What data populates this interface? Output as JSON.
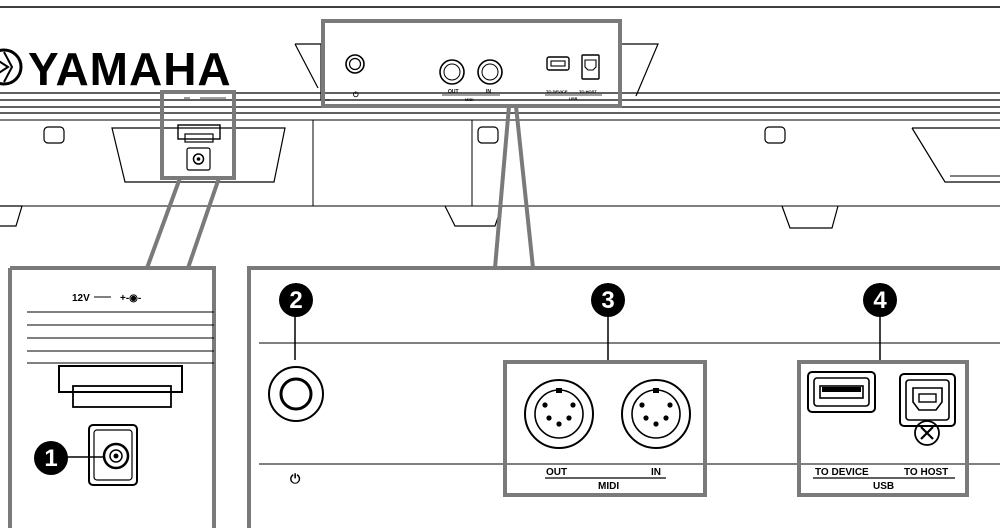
{
  "brand": "YAMAHA",
  "top_labels": {
    "power_symbol": "⏻",
    "midi_out": "OUT",
    "midi_in": "IN",
    "midi": "MIDI",
    "to_device": "TO DEVICE",
    "to_host": "TO HOST",
    "usb": "USB"
  },
  "dc_in": {
    "voltage": "12V",
    "polarity": "+-◉-"
  },
  "detail": {
    "power_symbol": "⏻",
    "midi_out": "OUT",
    "midi_in": "IN",
    "midi": "MIDI",
    "to_device": "TO DEVICE",
    "to_host": "TO HOST",
    "usb": "USB"
  },
  "badges": {
    "dc_in": "1",
    "power": "2",
    "midi": "3",
    "usb": "4"
  },
  "colors": {
    "callout_frame": "#7a7a7a",
    "badge": "#000000",
    "ink": "#000000"
  }
}
